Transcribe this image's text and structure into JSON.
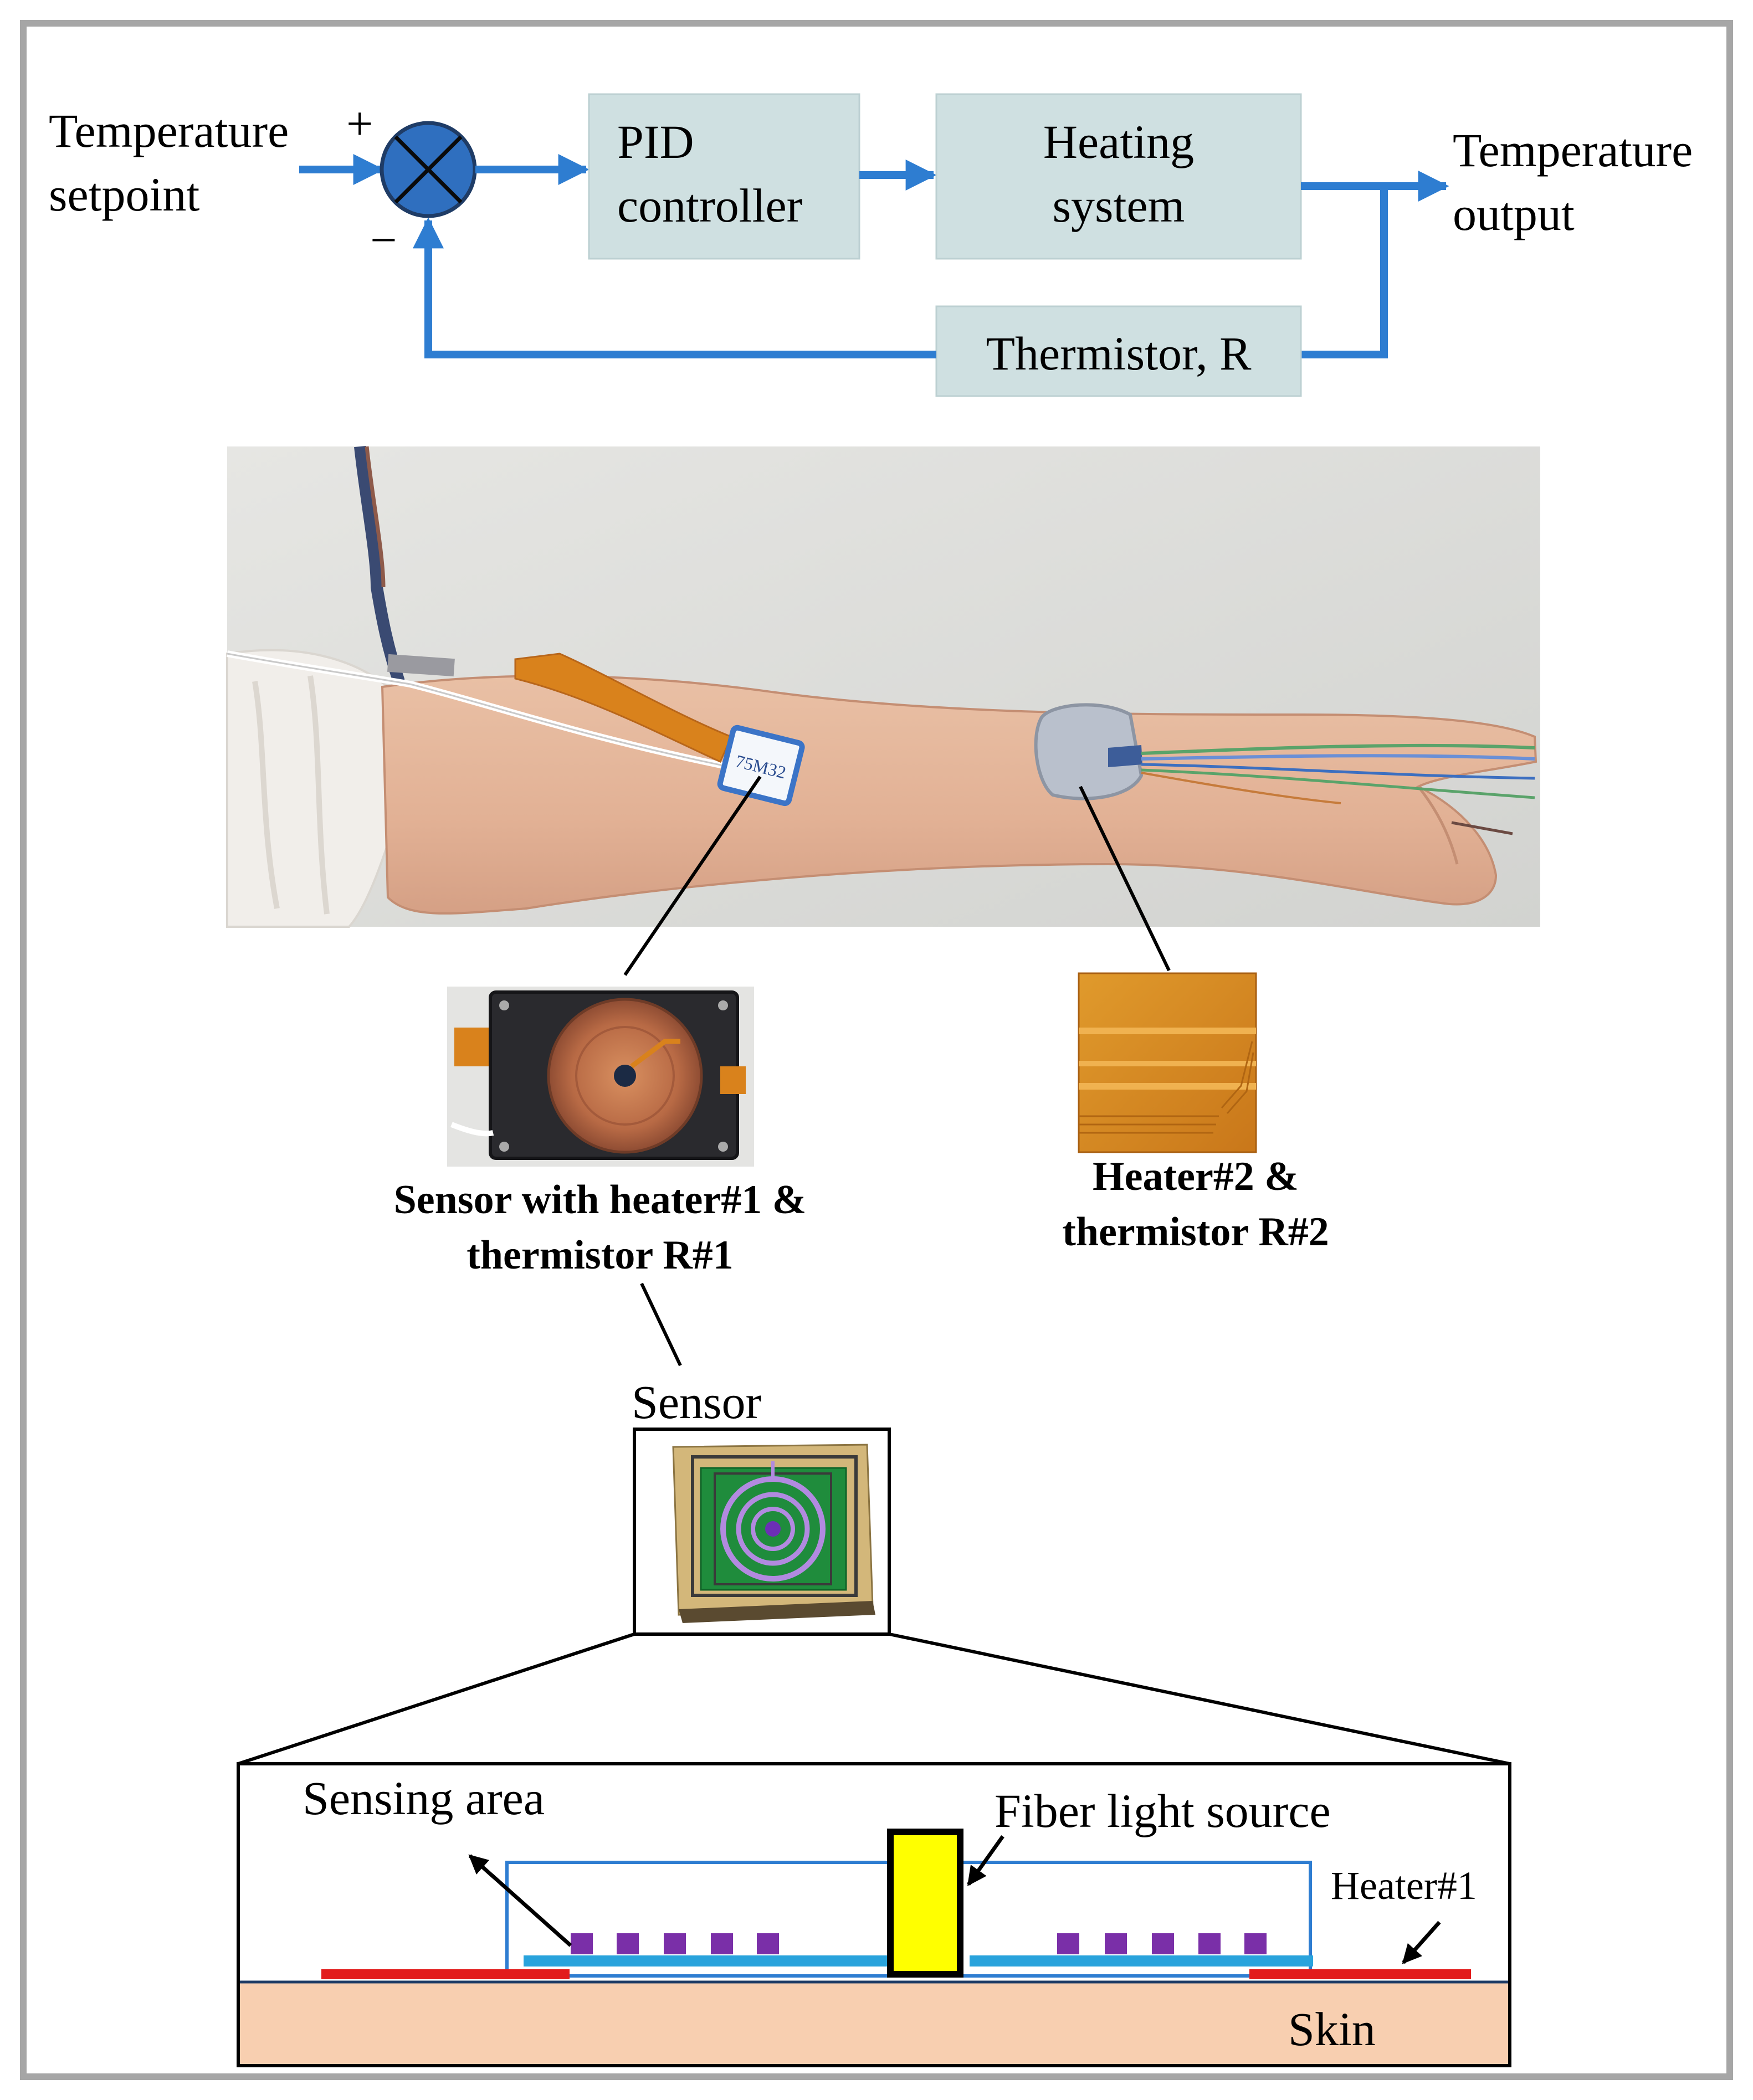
{
  "control_loop": {
    "input_label_line1": "Temperature",
    "input_label_line2": "setpoint",
    "plus_sign": "+",
    "minus_sign": "−",
    "pid_line1": "PID",
    "pid_line2": "controller",
    "heating_line1": "Heating",
    "heating_line2": "system",
    "output_label_line1": "Temperature",
    "output_label_line2": "output",
    "feedback_label": "Thermistor,  R"
  },
  "photo": {
    "sensor_patch_text": "75M32"
  },
  "captions": {
    "sensor_line1": "Sensor with heater#1 &",
    "sensor_line2": "thermistor R#1",
    "heater2_line1": "Heater#2  &",
    "heater2_line2": "thermistor R#2"
  },
  "sensor_label": "Sensor",
  "cross_section": {
    "sensing_area": "Sensing  area",
    "fiber_light_source": "Fiber  light  source",
    "heater1": "Heater#1",
    "skin": "Skin"
  },
  "colors": {
    "block_fill": "#cfe0e1",
    "arrow_blue": "#2e7dd1",
    "summer_fill": "#2f6fbf",
    "skin_fill": "#f8cfb0",
    "heater_red": "#e21b1b",
    "substrate_blue": "#29a3dc",
    "fiber_yellow": "#ffff00",
    "electrode_purple": "#7a2fa8",
    "frame_gray": "#a6a6a6"
  }
}
